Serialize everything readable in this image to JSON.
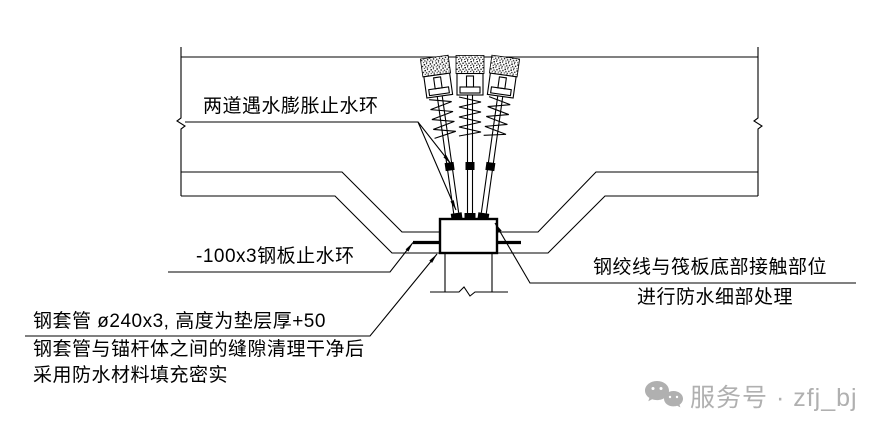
{
  "diagram": {
    "type": "construction-detail-drawing",
    "labels": {
      "expansion_rings": "两道遇水膨胀止水环",
      "steel_plate_ring": "-100x3钢板止水环",
      "sleeve_spec": "钢套管 ø240x3, 高度为垫层厚+50",
      "sleeve_note_1": "钢套管与锚杆体之间的缝隙清理干净后",
      "sleeve_note_2": "采用防水材料填充密实",
      "strand_note_1": "钢绞线与筏板底部接触部位",
      "strand_note_2": "进行防水细部处理"
    },
    "line_color": "#000000",
    "background_color": "#ffffff"
  },
  "watermark": {
    "text": "服务号 · zfj_bj",
    "color": "#b0b0b0",
    "icon": "wechat-bubbles-icon"
  }
}
